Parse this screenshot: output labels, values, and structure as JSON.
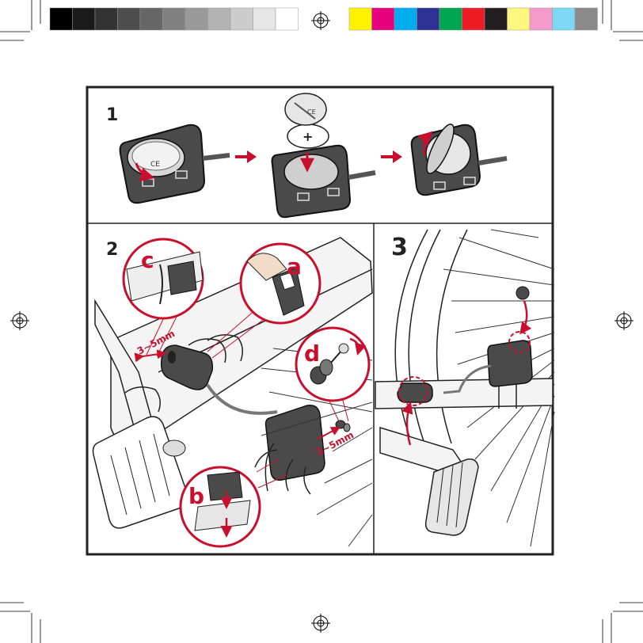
{
  "swatches": {
    "grays": [
      "#000000",
      "#1a1a1a",
      "#333333",
      "#4d4d4d",
      "#666666",
      "#808080",
      "#999999",
      "#b3b3b3",
      "#cccccc",
      "#e6e6e6",
      "#ffffff"
    ],
    "colors": [
      "#fff200",
      "#e6007e",
      "#00aeef",
      "#2e3192",
      "#00a651",
      "#ed1c24",
      "#231f20",
      "#fff57f",
      "#f69acb",
      "#7fd6f7",
      "#8a8a8a"
    ]
  },
  "colors": {
    "accent": "#c8102e",
    "frame": "#222222",
    "device": "#4a4a4a"
  },
  "steps": {
    "step1": "1",
    "step2": "2",
    "step3": "3"
  },
  "labels": {
    "a": "a",
    "b": "b",
    "c": "c",
    "d": "d"
  },
  "measurements": {
    "gap_c": "3~5mm",
    "gap_d": "3~5mm"
  },
  "battery": {
    "plus": "+",
    "ce_mark": "CE"
  }
}
